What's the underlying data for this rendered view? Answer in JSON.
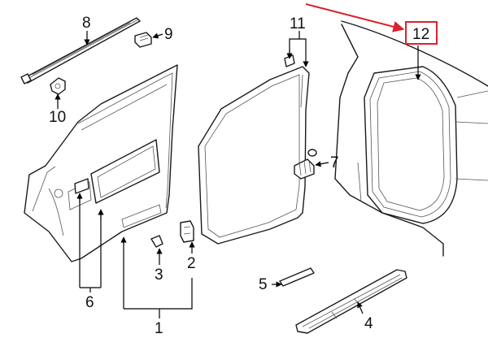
{
  "callouts": {
    "c1": "1",
    "c2": "2",
    "c3": "3",
    "c4": "4",
    "c5": "5",
    "c6": "6",
    "c7": "7",
    "c8": "8",
    "c9": "9",
    "c10": "10",
    "c11": "11",
    "c12": "12"
  },
  "colors": {
    "highlight": "#d9232d",
    "ink": "#1a1a1a"
  }
}
